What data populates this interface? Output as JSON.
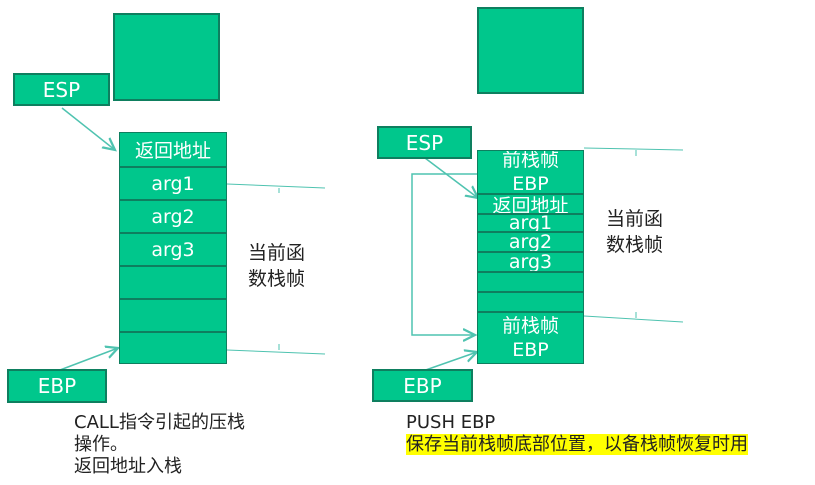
{
  "left": {
    "esp_label": "ESP",
    "ebp_label": "EBP",
    "cells": [
      "返回地址",
      "arg1",
      "arg2",
      "arg3",
      "",
      "",
      ""
    ],
    "frame_label_line1": "当前函",
    "frame_label_line2": "数栈帧",
    "caption": [
      "CALL指令引起的压栈",
      "操作。",
      "返回地址入栈"
    ]
  },
  "right": {
    "esp_label": "ESP",
    "ebp_label": "EBP",
    "cell_prev_ebp_top": [
      "前栈帧",
      "EBP"
    ],
    "cells": [
      "返回地址",
      "arg1",
      "arg2",
      "arg3",
      "",
      ""
    ],
    "cell_prev_ebp_bottom": [
      "前栈帧",
      "EBP"
    ],
    "frame_label_line1": "当前函",
    "frame_label_line2": "数栈帧",
    "caption_line1": "PUSH EBP",
    "caption_line2": "保存当前栈帧底部位置，以备栈帧恢复时用"
  },
  "colors": {
    "cell_fill": "#00c78c",
    "cell_border": "#0e7f5f",
    "highlight": "#ffff00",
    "arrow": "#4fc3b0"
  }
}
